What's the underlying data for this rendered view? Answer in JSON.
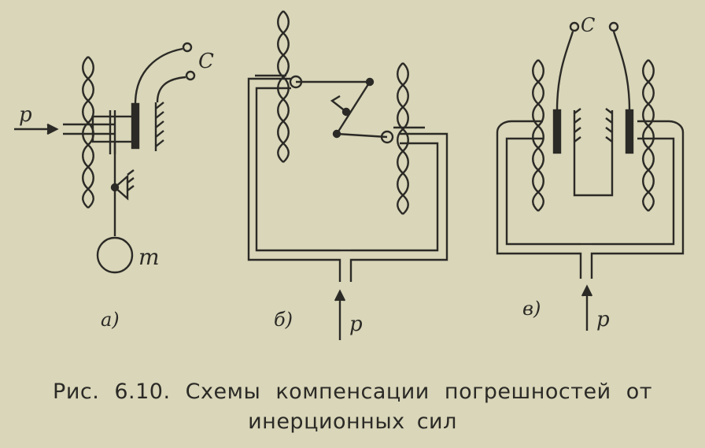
{
  "panels": {
    "a": {
      "label": "а)",
      "pressure": "p",
      "contacts": "C",
      "mass": "m"
    },
    "b": {
      "label": "б)",
      "pressure": "p"
    },
    "v": {
      "label": "в)",
      "pressure": "p",
      "contacts": "C"
    }
  },
  "caption": {
    "line1": "Рис. 6.10. Схемы компенсации погрешностей от",
    "line2": "инерционных сил"
  }
}
